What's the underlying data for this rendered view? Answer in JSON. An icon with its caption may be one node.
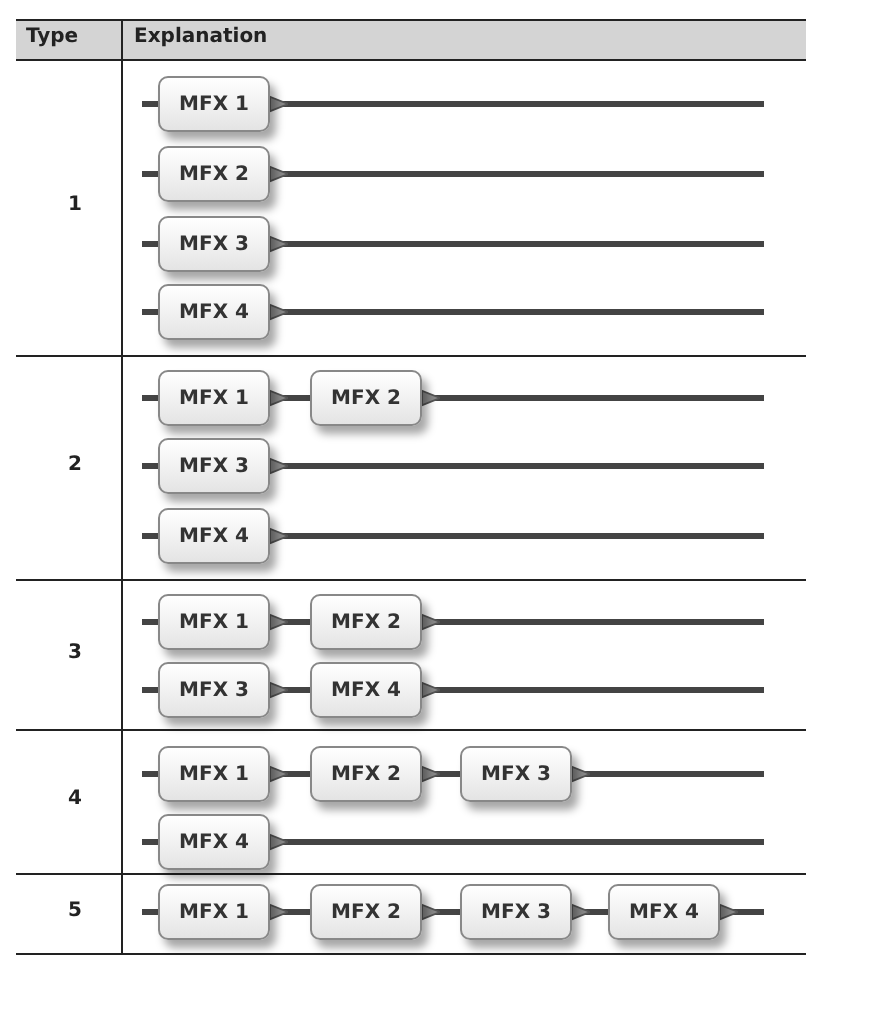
{
  "diagram": {
    "nodes": [
      {
        "text": [
          "MFX 1"
        ]
      },
      {
        "text": [
          "MFX 2"
        ]
      },
      {
        "text": [
          "MFX 3"
        ]
      },
      {
        "text": [
          "MFX 4"
        ]
      },
      {
        "text": [
          "MFX 1"
        ]
      },
      {
        "text": [
          "MFX 2"
        ]
      },
      {
        "text": [
          "MFX 3"
        ]
      },
      {
        "text": [
          "MFX 4"
        ]
      },
      {
        "text": [
          "MFX 1"
        ]
      },
      {
        "text": [
          "MFX 2"
        ]
      },
      {
        "text": [
          "MFX 3"
        ]
      },
      {
        "text": [
          "MFX 4"
        ]
      },
      {
        "text": [
          "MFX 1"
        ]
      },
      {
        "text": [
          "MFX 2"
        ]
      },
      {
        "text": [
          "MFX 3"
        ]
      },
      {
        "text": [
          "MFX 4"
        ]
      },
      {
        "text": [
          "MFX 1"
        ]
      },
      {
        "text": [
          "MFX 2"
        ]
      },
      {
        "text": [
          "MFX 3"
        ]
      },
      {
        "text": [
          "MFX 4"
        ]
      }
    ],
    "edges": [
      {
        "from": null,
        "to": 0,
        "arrow": "none"
      },
      {
        "from": 0,
        "to": null,
        "arrow": "other"
      },
      {
        "from": null,
        "to": 1,
        "arrow": "none"
      },
      {
        "from": 1,
        "to": null,
        "arrow": "other"
      },
      {
        "from": null,
        "to": 2,
        "arrow": "none"
      },
      {
        "from": 2,
        "to": null,
        "arrow": "other"
      },
      {
        "from": null,
        "to": 3,
        "arrow": "none"
      },
      {
        "from": 3,
        "to": null,
        "arrow": "other"
      },
      {
        "from": null,
        "to": 4,
        "arrow": "none"
      },
      {
        "from": 4,
        "to": 5,
        "arrow": "other"
      },
      {
        "from": 5,
        "to": null,
        "arrow": "other"
      },
      {
        "from": null,
        "to": 6,
        "arrow": "none"
      },
      {
        "from": 6,
        "to": null,
        "arrow": "other"
      },
      {
        "from": null,
        "to": 7,
        "arrow": "none"
      },
      {
        "from": 7,
        "to": null,
        "arrow": "other"
      },
      {
        "from": null,
        "to": 8,
        "arrow": "none"
      },
      {
        "from": 8,
        "to": 9,
        "arrow": "other"
      },
      {
        "from": 9,
        "to": null,
        "arrow": "other"
      },
      {
        "from": null,
        "to": 10,
        "arrow": "none"
      },
      {
        "from": 10,
        "to": 11,
        "arrow": "other"
      },
      {
        "from": 11,
        "to": null,
        "arrow": "other"
      },
      {
        "from": null,
        "to": 12,
        "arrow": "none"
      },
      {
        "from": 12,
        "to": 13,
        "arrow": "other"
      },
      {
        "from": 13,
        "to": 14,
        "arrow": "other"
      },
      {
        "from": 14,
        "to": null,
        "arrow": "other"
      },
      {
        "from": null,
        "to": 15,
        "arrow": "none"
      },
      {
        "from": 15,
        "to": null,
        "arrow": "other"
      },
      {
        "from": null,
        "to": 16,
        "arrow": "none"
      },
      {
        "from": 16,
        "to": 17,
        "arrow": "other"
      },
      {
        "from": 17,
        "to": 18,
        "arrow": "other"
      },
      {
        "from": 18,
        "to": 19,
        "arrow": "other"
      },
      {
        "from": 19,
        "to": null,
        "arrow": "other"
      }
    ],
    "labels": [
      "Type",
      "Explanation",
      "1",
      "2",
      "3",
      "4",
      "5"
    ]
  }
}
